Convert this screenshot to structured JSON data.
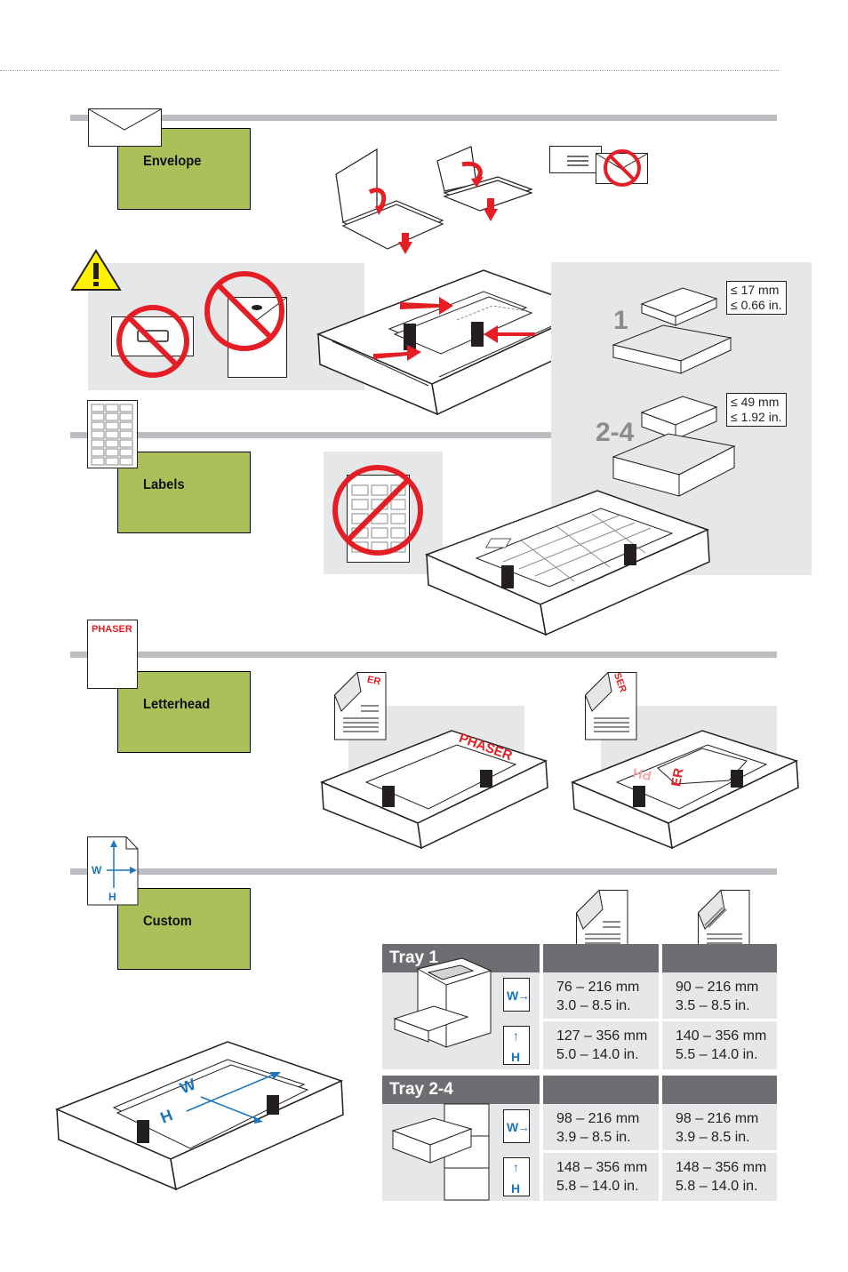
{
  "sections": {
    "envelope": {
      "label": "Envelope"
    },
    "labels": {
      "label": "Labels"
    },
    "letterhead": {
      "label": "Letterhead",
      "icon_text": "PHASER",
      "tray_text": "PHASER",
      "sheet_text_a": "ER",
      "sheet_text_b": "SER",
      "tray_text_b": "PH",
      "tray_text_b2": "ER"
    },
    "custom": {
      "label": "Custom",
      "icon_w": "W",
      "icon_h": "H",
      "tray_w": "W",
      "tray_h": "H"
    }
  },
  "capacity": {
    "tray1": {
      "number": "1",
      "line1": "≤ 17 mm",
      "line2": "≤ 0.66 in."
    },
    "tray24": {
      "number": "2-4",
      "line1": "≤ 49 mm",
      "line2": "≤ 1.92 in."
    }
  },
  "table": {
    "tray1": {
      "title": "Tray 1",
      "w_icon": "W",
      "h_icon": "H",
      "rows": [
        {
          "dim": "W",
          "col1": [
            "76 – 216 mm",
            "3.0 – 8.5 in."
          ],
          "col2": [
            "90 – 216 mm",
            "3.5 – 8.5 in."
          ]
        },
        {
          "dim": "H",
          "col1": [
            "127 – 356 mm",
            "5.0 – 14.0 in."
          ],
          "col2": [
            "140 – 356 mm",
            "5.5 – 14.0 in."
          ]
        }
      ]
    },
    "tray24": {
      "title": "Tray 2-4",
      "w_icon": "W",
      "h_icon": "H",
      "rows": [
        {
          "dim": "W",
          "col1": [
            "98 – 216 mm",
            "3.9 – 8.5 in."
          ],
          "col2": [
            "98 – 216 mm",
            "3.9 – 8.5 in."
          ]
        },
        {
          "dim": "H",
          "col1": [
            "148 – 356 mm",
            "5.8 – 14.0 in."
          ],
          "col2": [
            "148 – 356 mm",
            "5.8 – 14.0 in."
          ]
        }
      ]
    }
  },
  "icons": [
    "warning-icon",
    "prohibited-icon",
    "envelope-icon",
    "label-sheet-icon",
    "letterhead-icon",
    "custom-size-icon",
    "paper-tray-illustration",
    "printer-illustration"
  ],
  "colors": {
    "accent_green": "#a9c158",
    "prohibit_red": "#e31e24",
    "arrow_red": "#e31e24",
    "header_gray": "#6d6e71",
    "panel_gray": "#e6e7e8",
    "blue": "#1b75bc",
    "warning_yellow": "#fff200"
  }
}
